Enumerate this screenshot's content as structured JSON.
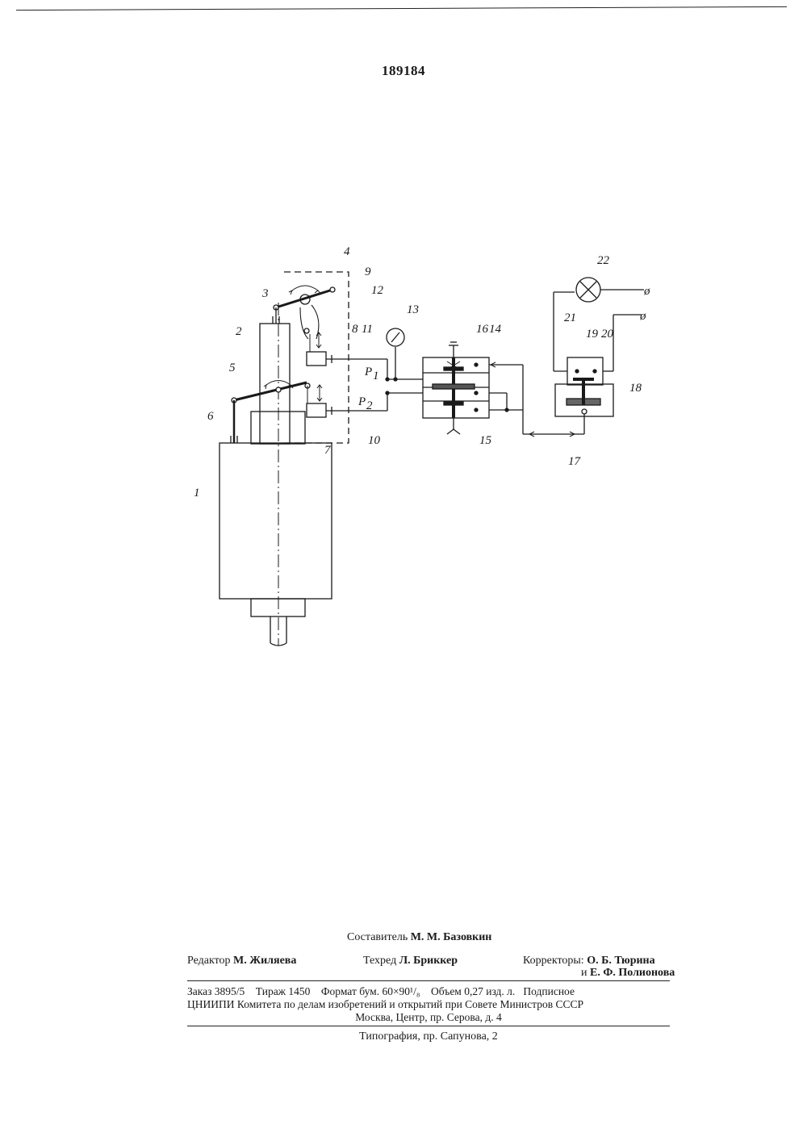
{
  "patent_number": "189184",
  "figure": {
    "labels": {
      "l1": "1",
      "l2": "2",
      "l3": "3",
      "l4": "4",
      "l5": "5",
      "l6": "6",
      "l7": "7",
      "l8": "8",
      "l9": "9",
      "l10": "10",
      "l11": "11",
      "l12": "12",
      "l13": "13",
      "l14": "14",
      "l15": "15",
      "l16": "16",
      "l17": "17",
      "l18": "18",
      "l19": "19",
      "l20": "20",
      "l21": "21",
      "l22": "22",
      "p1": "P",
      "p1_sub": "1",
      "p2": "P",
      "p2_sub": "2",
      "term_top": "ø",
      "term_bottom": "ø"
    }
  },
  "footer": {
    "compiler_label": "Составитель",
    "compiler_name": "М. М. Базовкин",
    "editor_label": "Редактор",
    "editor_name": "М. Жиляева",
    "techred_label": "Техред",
    "techred_name": "Л. Бриккер",
    "correctors_label": "Корректоры:",
    "corrector1": "О. Б. Тюрина",
    "corrector2_prefix": "и",
    "corrector2": "Е. Ф. Полионова",
    "order_line": "Заказ 3895/5    Тираж 1450    Формат бум. 60×90¹/₈    Объем 0,27 изд. л.   Подписное",
    "org_line": "ЦНИИПИ Комитета по делам изобретений и открытий при Совете Министров СССР",
    "address_line": "Москва, Центр, пр. Серова, д. 4",
    "printer_line": "Типография, пр. Сапунова, 2"
  }
}
